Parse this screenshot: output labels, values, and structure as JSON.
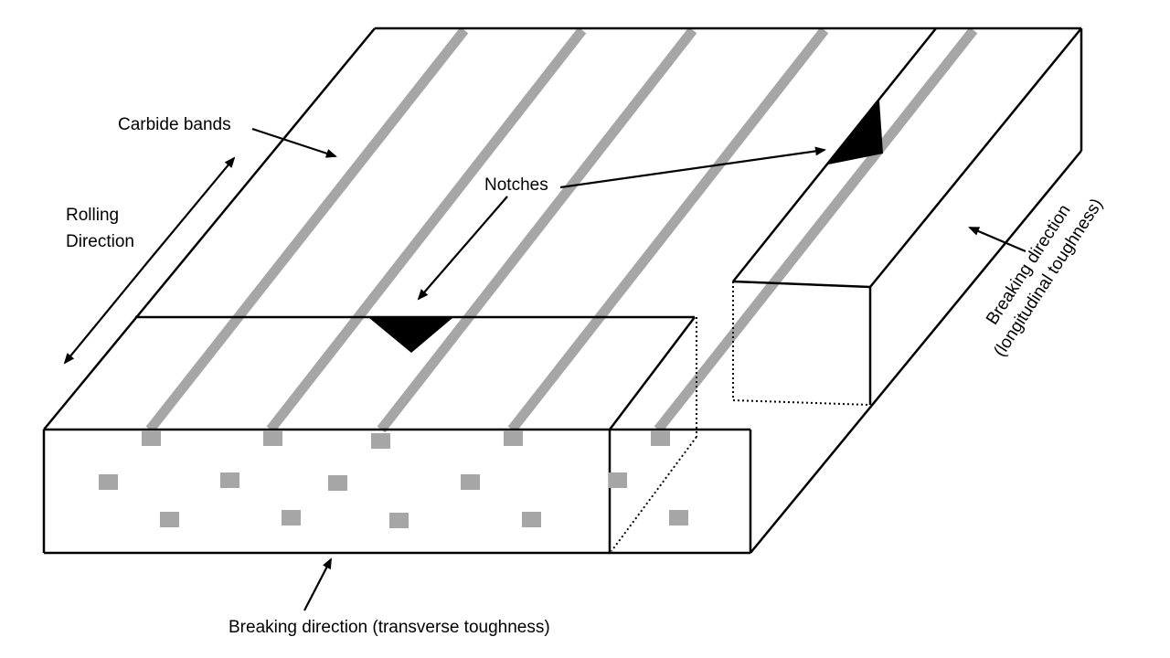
{
  "labels": {
    "carbide_bands": "Carbide bands",
    "rolling_line1": "Rolling",
    "rolling_line2": "Direction",
    "notches": "Notches",
    "breaking_transverse": "Breaking direction (transverse toughness)",
    "breaking_long_line1": "Breaking direction",
    "breaking_long_line2": "(longitudinal toughness)"
  },
  "colors": {
    "outline": "#000000",
    "carbide": "#a6a6a6",
    "notch": "#000000",
    "background": "#ffffff"
  }
}
